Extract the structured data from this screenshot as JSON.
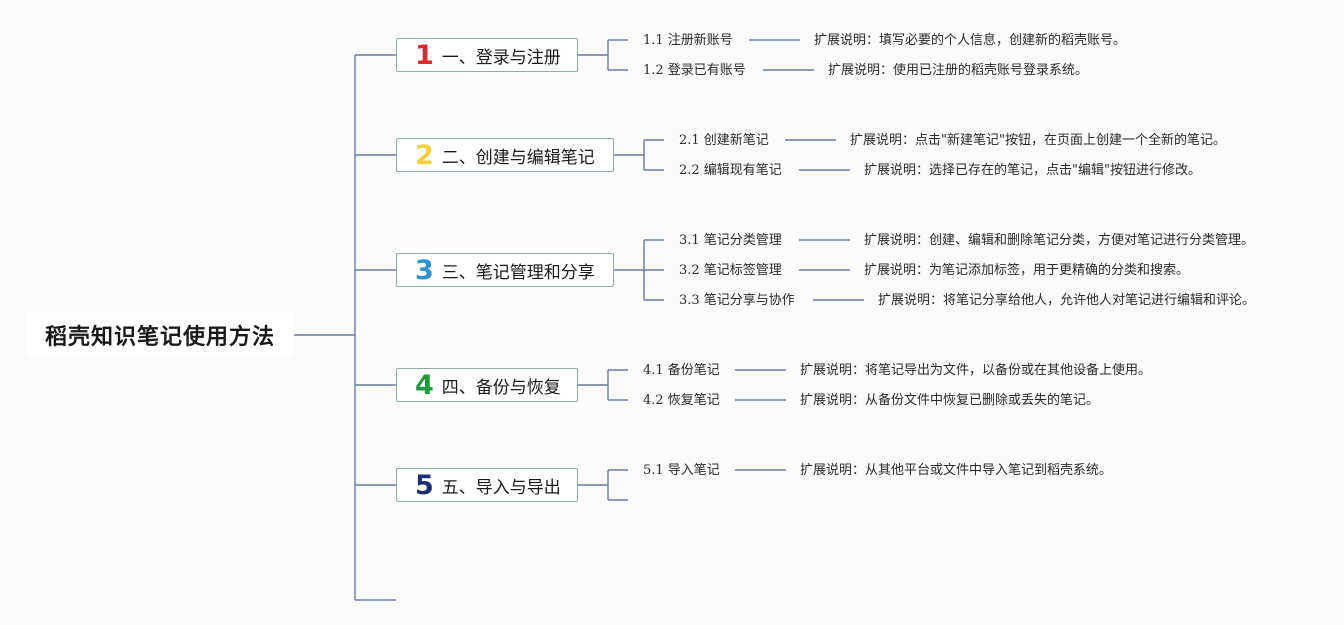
{
  "root": {
    "title": "稻壳知识笔记使用方法"
  },
  "sections": [
    {
      "num": "1",
      "label": "一、登录与注册",
      "color": "#e0262d",
      "items": [
        {
          "label": "1.1 注册新账号",
          "desc": "扩展说明：填写必要的个人信息，创建新的稻壳账号。"
        },
        {
          "label": "1.2 登录已有账号",
          "desc": "扩展说明：使用已注册的稻壳账号登录系统。"
        }
      ]
    },
    {
      "num": "2",
      "label": "二、创建与编辑笔记",
      "color": "#f3d23a",
      "items": [
        {
          "label": "2.1 创建新笔记",
          "desc": "扩展说明：点击\"新建笔记\"按钮，在页面上创建一个全新的笔记。"
        },
        {
          "label": "2.2 编辑现有笔记",
          "desc": "扩展说明：选择已存在的笔记，点击\"编辑\"按钮进行修改。"
        }
      ]
    },
    {
      "num": "3",
      "label": "三、笔记管理和分享",
      "color": "#2a93d5",
      "items": [
        {
          "label": "3.1 笔记分类管理",
          "desc": "扩展说明：创建、编辑和删除笔记分类，方便对笔记进行分类管理。"
        },
        {
          "label": "3.2 笔记标签管理",
          "desc": "扩展说明：为笔记添加标签，用于更精确的分类和搜索。"
        },
        {
          "label": "3.3 笔记分享与协作",
          "desc": "扩展说明：将笔记分享给他人，允许他人对笔记进行编辑和评论。"
        }
      ]
    },
    {
      "num": "4",
      "label": "四、备份与恢复",
      "color": "#1f9a3c",
      "items": [
        {
          "label": "4.1 备份笔记",
          "desc": "扩展说明：将笔记导出为文件，以备份或在其他设备上使用。"
        },
        {
          "label": "4.2 恢复笔记",
          "desc": "扩展说明：从备份文件中恢复已删除或丢失的笔记。"
        }
      ]
    },
    {
      "num": "5",
      "label": "五、导入与导出",
      "color": "#1e2c7a",
      "items": [
        {
          "label": "5.1 导入笔记",
          "desc": "扩展说明：从其他平台或文件中导入笔记到稻壳系统。"
        }
      ]
    }
  ]
}
